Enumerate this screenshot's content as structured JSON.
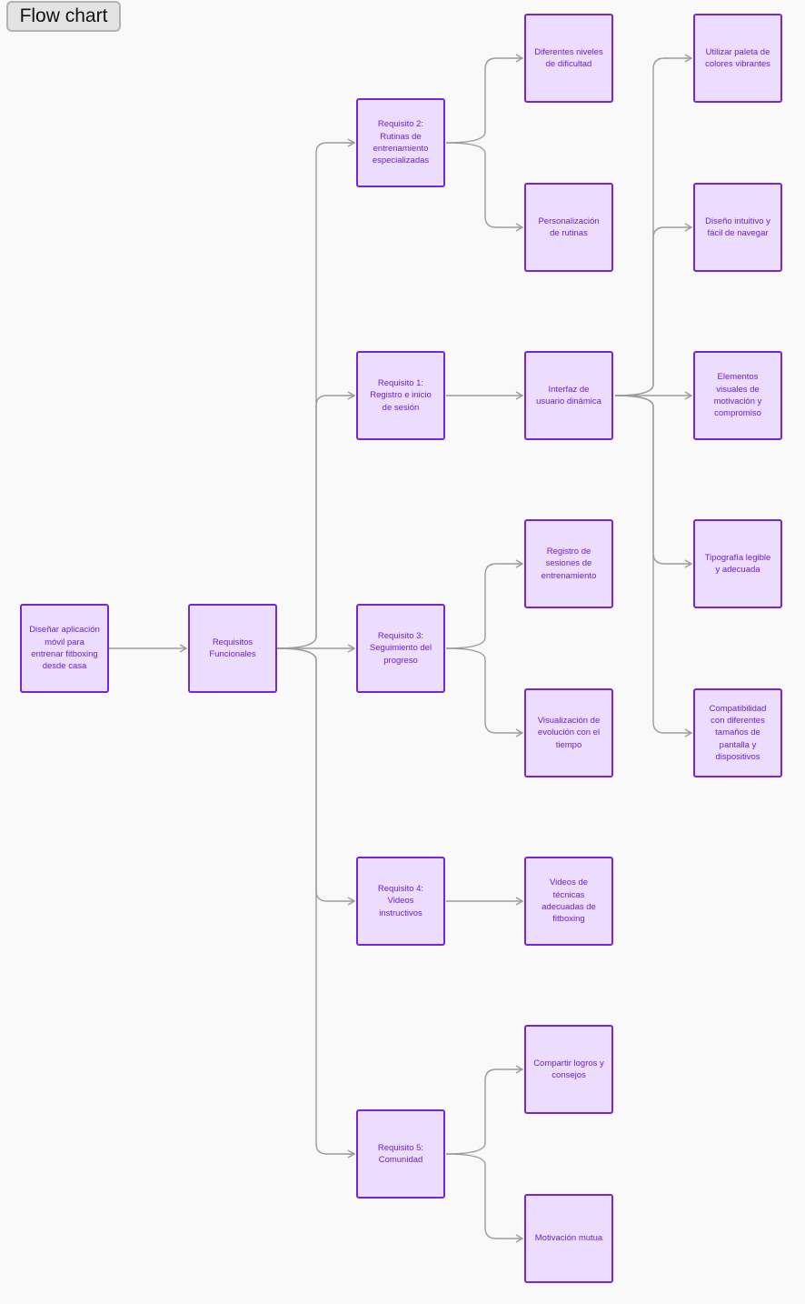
{
  "title": "Flow chart",
  "colors": {
    "node_fill": "#ecdcfd",
    "node_border": "#7427d9",
    "node_text": "#6d1fd3",
    "connector": "#9b9b9b",
    "background": "#f9f9f9"
  },
  "nodes": {
    "root": "Diseñar aplicación móvil para entrenar fitboxing desde casa",
    "functional": "Requisitos Funcionales",
    "req2": "Requisito 2: Rutinas de entrenamiento especializadas",
    "req1": "Requisito 1: Registro e inicio de sesión",
    "req3": "Requisito 3: Seguimiento del progreso",
    "req4": "Requisito 4: Videos instructivos",
    "req5": "Requisito 5: Comunidad",
    "levels": "Diferentes niveles de dificultad",
    "personalization": "Personalización de rutinas",
    "ui": "Interfaz de usuario dinámica",
    "sessions": "Registro de sesiones de entrenamiento",
    "evolution": "Visualización de evolución con el tiempo",
    "videos": "Videos de técnicas adecuadas de fitboxing",
    "share": "Compartir logros y consejos",
    "motivation": "Motivación mutua",
    "palette": "Utilizar paleta de colores vibrantes",
    "intuitive": "Diseño intuitivo y fácil de navegar",
    "visual_motivation": "Elementos visuales de motivación y compromiso",
    "typography": "Tipografía legible y adecuada",
    "compatibility": "Compatibilidad con diferentes tamaños de pantalla y dispositivos"
  }
}
